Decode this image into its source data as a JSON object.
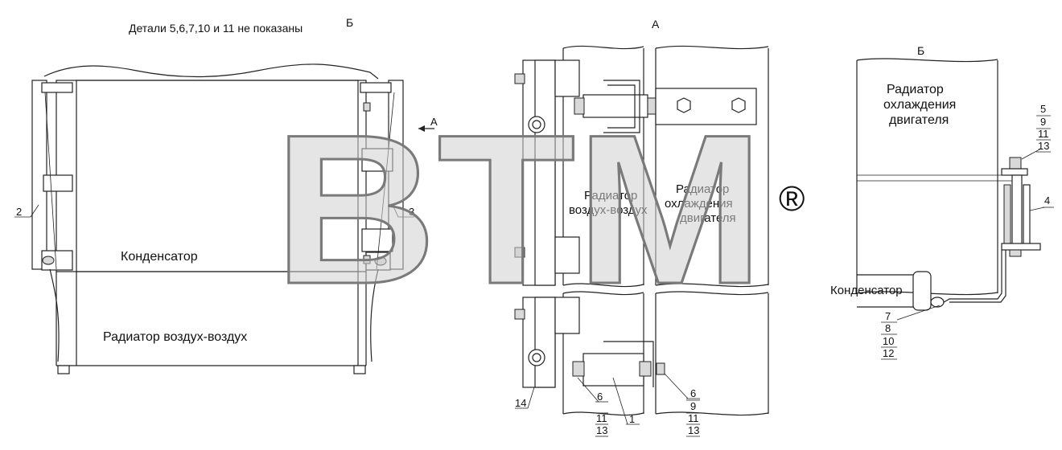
{
  "note": "Детали 5,6,7,10 и 11 не показаны",
  "view_markers": {
    "b_arrow": "Б",
    "a_marker": "A",
    "view_a_title": "А",
    "view_b_title": "Б"
  },
  "labels": {
    "condenser_left": "Конденсатор",
    "intercooler_left": "Радиатор воздух-воздух",
    "intercooler_mid_l1": "Радиатор",
    "intercooler_mid_l2": "воздух-воздух",
    "engine_mid_l1": "Радиатор",
    "engine_mid_l2": "охлаждения",
    "engine_mid_l3": "двигателя",
    "engine_right_l1": "Радиатор",
    "engine_right_l2": "охлаждения",
    "engine_right_l3": "двигателя",
    "condenser_right": "Конденсатор"
  },
  "callouts": {
    "c2": "2",
    "c3": "3",
    "c14": "14",
    "a_bolt_left": [
      "6",
      "11",
      "13"
    ],
    "c1": "1",
    "a_bolt_right": [
      "6",
      "9",
      "11",
      "13"
    ],
    "b_top": [
      "5",
      "9",
      "11",
      "13"
    ],
    "c4": "4",
    "b_bottom": [
      "7",
      "8",
      "10",
      "12"
    ]
  },
  "watermark": {
    "text": "BTM",
    "mark": "®"
  }
}
